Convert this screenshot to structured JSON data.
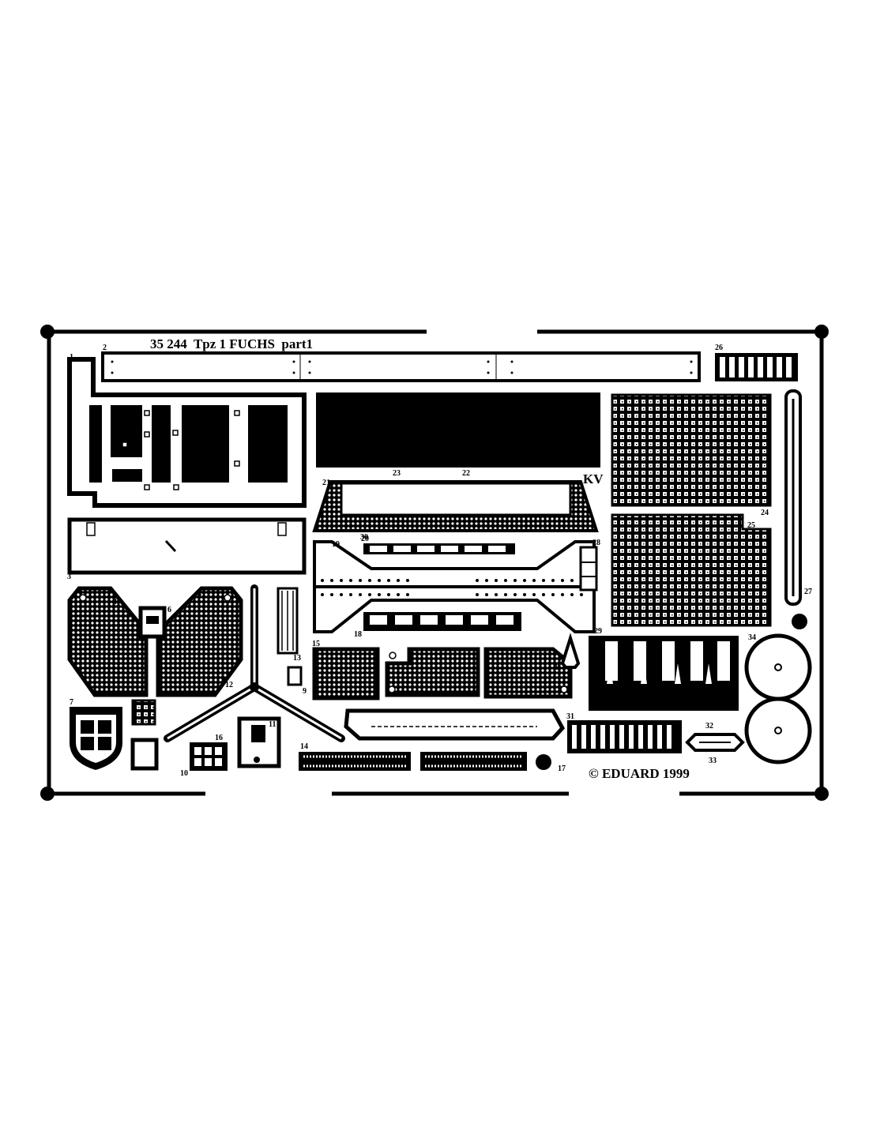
{
  "fret": {
    "title": "35 244  Tpz 1 FUCHS  part1",
    "copyright": "© EDUARD 1999",
    "marking": "KV"
  },
  "part_numbers": [
    "1",
    "2",
    "3",
    "4",
    "5",
    "6",
    "7",
    "8",
    "9",
    "10",
    "11",
    "12",
    "13",
    "14",
    "15",
    "16",
    "17",
    "18",
    "19",
    "20",
    "21",
    "22",
    "23",
    "24",
    "25",
    "26",
    "27",
    "28",
    "29",
    "30",
    "31",
    "32",
    "33",
    "34"
  ]
}
